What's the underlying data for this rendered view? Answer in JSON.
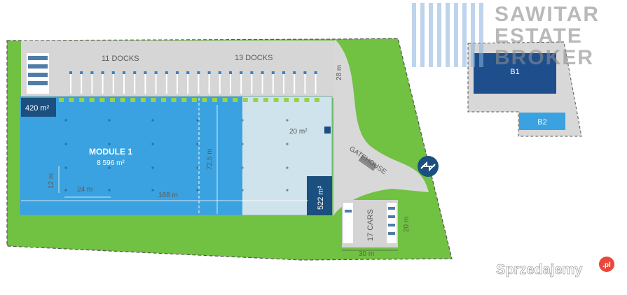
{
  "docks": {
    "left_label": "11 DOCKS",
    "right_label": "13 DOCKS",
    "yard_depth": "28 m"
  },
  "office": {
    "north_area": "420 m²",
    "south_area": "522 m²"
  },
  "module": {
    "title": "MODULE 1",
    "area": "8 596 m²"
  },
  "dimensions": {
    "column_depth": "12 m",
    "column_span": "24 m",
    "length": "168 m",
    "width": "72,5 m",
    "small_room": "20 m²"
  },
  "gatehouse": "GATEHOUSE",
  "parking": {
    "label": "17 CARS",
    "depth": "20 m",
    "width": "30 m"
  },
  "buildings": {
    "b1": "B1",
    "b2": "B2"
  },
  "watermark": {
    "line1": "SAWITAR",
    "line2": "ESTATE",
    "line3": "BROKER",
    "site": "Sprzedajemy",
    "site_suffix": ".pl"
  },
  "colors": {
    "green": "#71c142",
    "blue": "#3aa2e0",
    "light_blue": "#cfe3ed",
    "navy": "#1b4f7f",
    "b1": "#1f4e8c"
  }
}
